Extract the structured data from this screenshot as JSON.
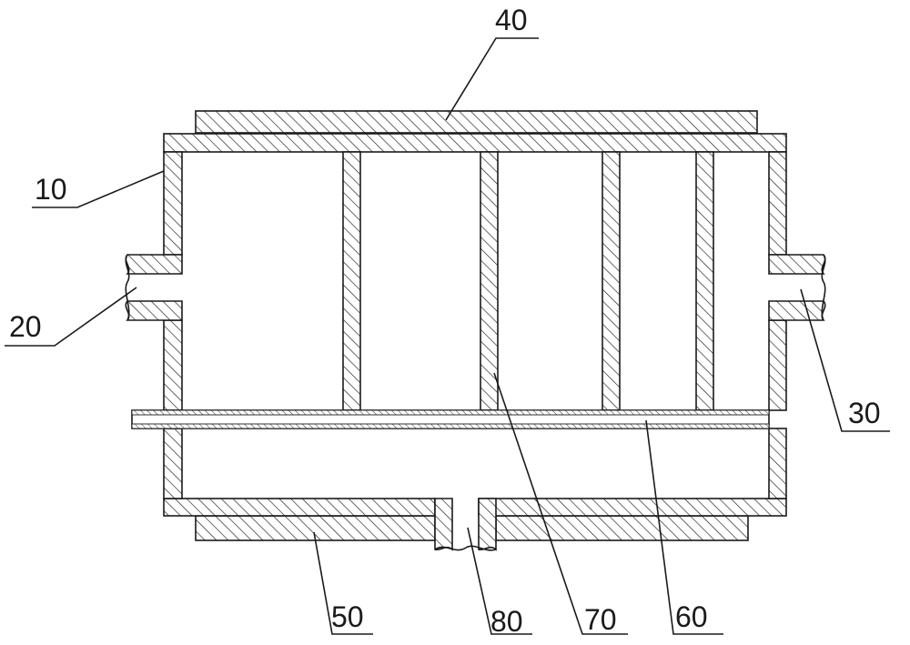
{
  "labels": {
    "housing": "10",
    "inlet": "20",
    "outlet": "30",
    "top_plate": "40",
    "bottom_plate": "50",
    "tube": "60",
    "partition": "70",
    "drain": "80"
  },
  "colors": {
    "line": "#1a1a1a",
    "background": "#ffffff"
  }
}
